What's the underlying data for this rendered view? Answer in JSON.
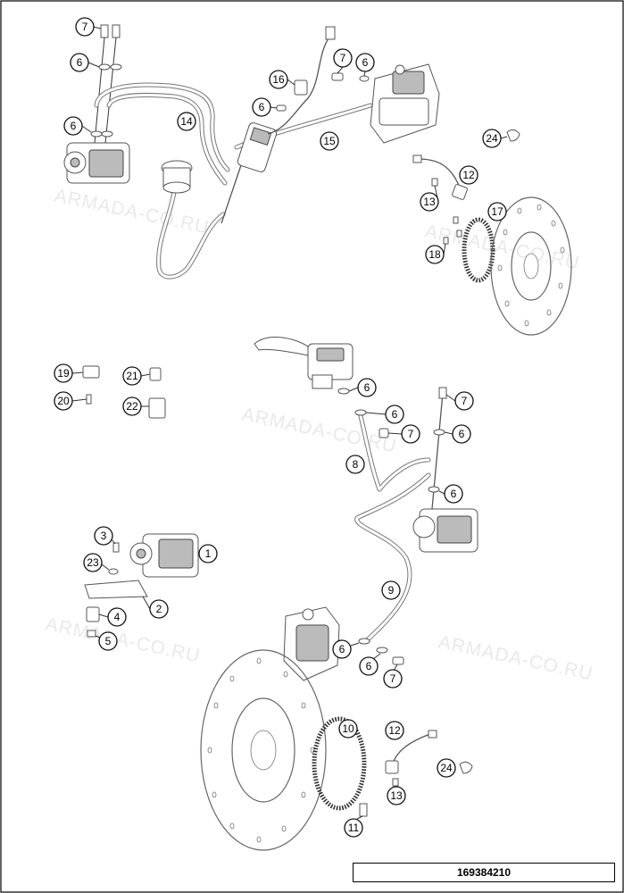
{
  "watermark": "ARMADA-CO.RU",
  "drawing_code": "169384210",
  "callouts": [
    {
      "id": "c-7a",
      "label": "7"
    },
    {
      "id": "c-6a",
      "label": "6"
    },
    {
      "id": "c-6b",
      "label": "6"
    },
    {
      "id": "c-14",
      "label": "14"
    },
    {
      "id": "c-16",
      "label": "16"
    },
    {
      "id": "c-6c",
      "label": "6"
    },
    {
      "id": "c-7b",
      "label": "7"
    },
    {
      "id": "c-6d",
      "label": "6"
    },
    {
      "id": "c-15",
      "label": "15"
    },
    {
      "id": "c-24a",
      "label": "24"
    },
    {
      "id": "c-12a",
      "label": "12"
    },
    {
      "id": "c-13a",
      "label": "13"
    },
    {
      "id": "c-17",
      "label": "17"
    },
    {
      "id": "c-18",
      "label": "18"
    },
    {
      "id": "c-19",
      "label": "19"
    },
    {
      "id": "c-21",
      "label": "21"
    },
    {
      "id": "c-20",
      "label": "20"
    },
    {
      "id": "c-22",
      "label": "22"
    },
    {
      "id": "c-6e",
      "label": "6"
    },
    {
      "id": "c-7c",
      "label": "7"
    },
    {
      "id": "c-6f",
      "label": "6"
    },
    {
      "id": "c-7d",
      "label": "7"
    },
    {
      "id": "c-6g",
      "label": "6"
    },
    {
      "id": "c-8",
      "label": "8"
    },
    {
      "id": "c-6h",
      "label": "6"
    },
    {
      "id": "c-3",
      "label": "3"
    },
    {
      "id": "c-1",
      "label": "1"
    },
    {
      "id": "c-23",
      "label": "23"
    },
    {
      "id": "c-2",
      "label": "2"
    },
    {
      "id": "c-4",
      "label": "4"
    },
    {
      "id": "c-5",
      "label": "5"
    },
    {
      "id": "c-9",
      "label": "9"
    },
    {
      "id": "c-6i",
      "label": "6"
    },
    {
      "id": "c-6j",
      "label": "6"
    },
    {
      "id": "c-7e",
      "label": "7"
    },
    {
      "id": "c-10",
      "label": "10"
    },
    {
      "id": "c-12b",
      "label": "12"
    },
    {
      "id": "c-24b",
      "label": "24"
    },
    {
      "id": "c-13b",
      "label": "13"
    },
    {
      "id": "c-11",
      "label": "11"
    }
  ]
}
